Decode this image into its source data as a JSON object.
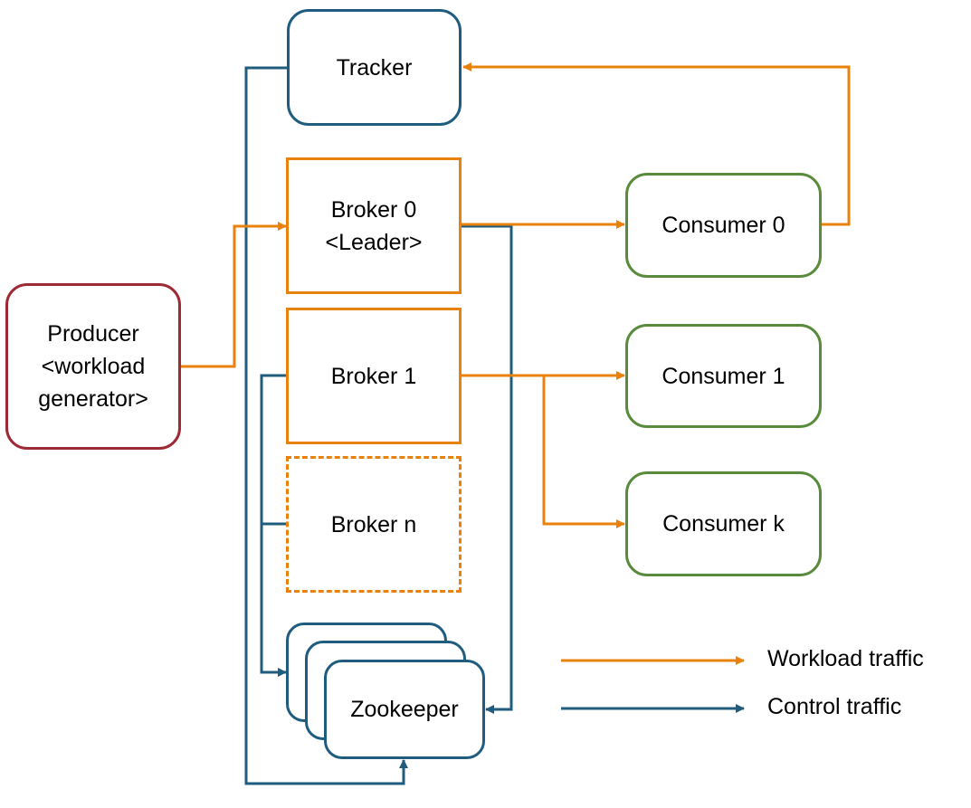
{
  "colors": {
    "workload": "#E8820C",
    "control": "#1F5C7E",
    "producer": "#9E2A35",
    "consumer": "#5A8A3C"
  },
  "nodes": {
    "tracker": "Tracker",
    "broker0": {
      "line1": "Broker 0",
      "line2": "<Leader>"
    },
    "broker1": "Broker 1",
    "brokern": "Broker n",
    "producer": {
      "line1": "Producer",
      "line2": "<workload",
      "line3": "generator>"
    },
    "consumer0": "Consumer 0",
    "consumer1": "Consumer 1",
    "consumerk": "Consumer k",
    "zookeeper": "Zookeeper"
  },
  "legend": {
    "workload": "Workload traffic",
    "control": "Control traffic"
  }
}
